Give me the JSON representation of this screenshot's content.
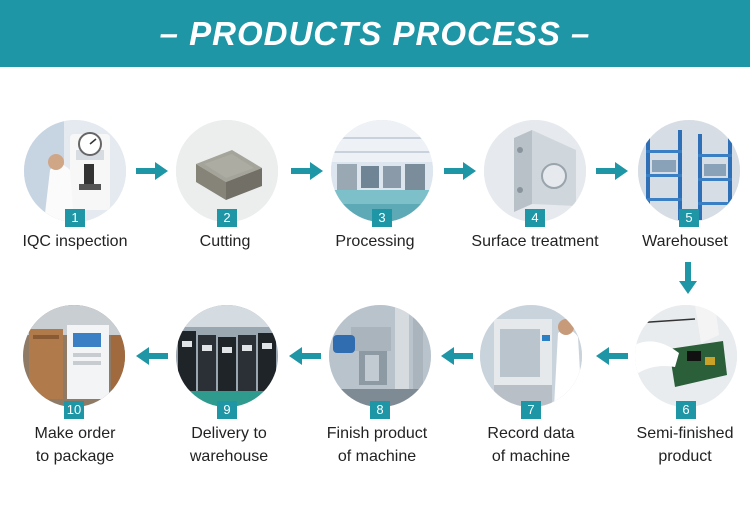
{
  "header": {
    "title": "– PRODUCTS PROCESS –"
  },
  "accent_color": "#1e96a6",
  "steps": [
    {
      "number": "1",
      "label_line1": "IQC inspection",
      "label_line2": "",
      "photo": "hardness-tester-photo"
    },
    {
      "number": "2",
      "label_line1": "Cutting",
      "label_line2": "",
      "photo": "metal-block-photo"
    },
    {
      "number": "3",
      "label_line1": "Processing",
      "label_line2": "",
      "photo": "factory-floor-photo"
    },
    {
      "number": "4",
      "label_line1": "Surface treatment",
      "label_line2": "",
      "photo": "metal-bracket-photo"
    },
    {
      "number": "5",
      "label_line1": "Warehouset",
      "label_line2": "",
      "photo": "warehouse-shelves-photo"
    },
    {
      "number": "6",
      "label_line1": "Semi-finished",
      "label_line2": "product",
      "photo": "circuit-board-photo"
    },
    {
      "number": "7",
      "label_line1": "Record data",
      "label_line2": "of machine",
      "photo": "test-chamber-photo"
    },
    {
      "number": "8",
      "label_line1": "Finish product",
      "label_line2": "of machine",
      "photo": "machine-assembly-photo"
    },
    {
      "number": "9",
      "label_line1": "Delivery to",
      "label_line2": "warehouse",
      "photo": "machine-row-photo"
    },
    {
      "number": "10",
      "label_line1": "Make order",
      "label_line2": "to package",
      "photo": "packaging-photo"
    }
  ]
}
